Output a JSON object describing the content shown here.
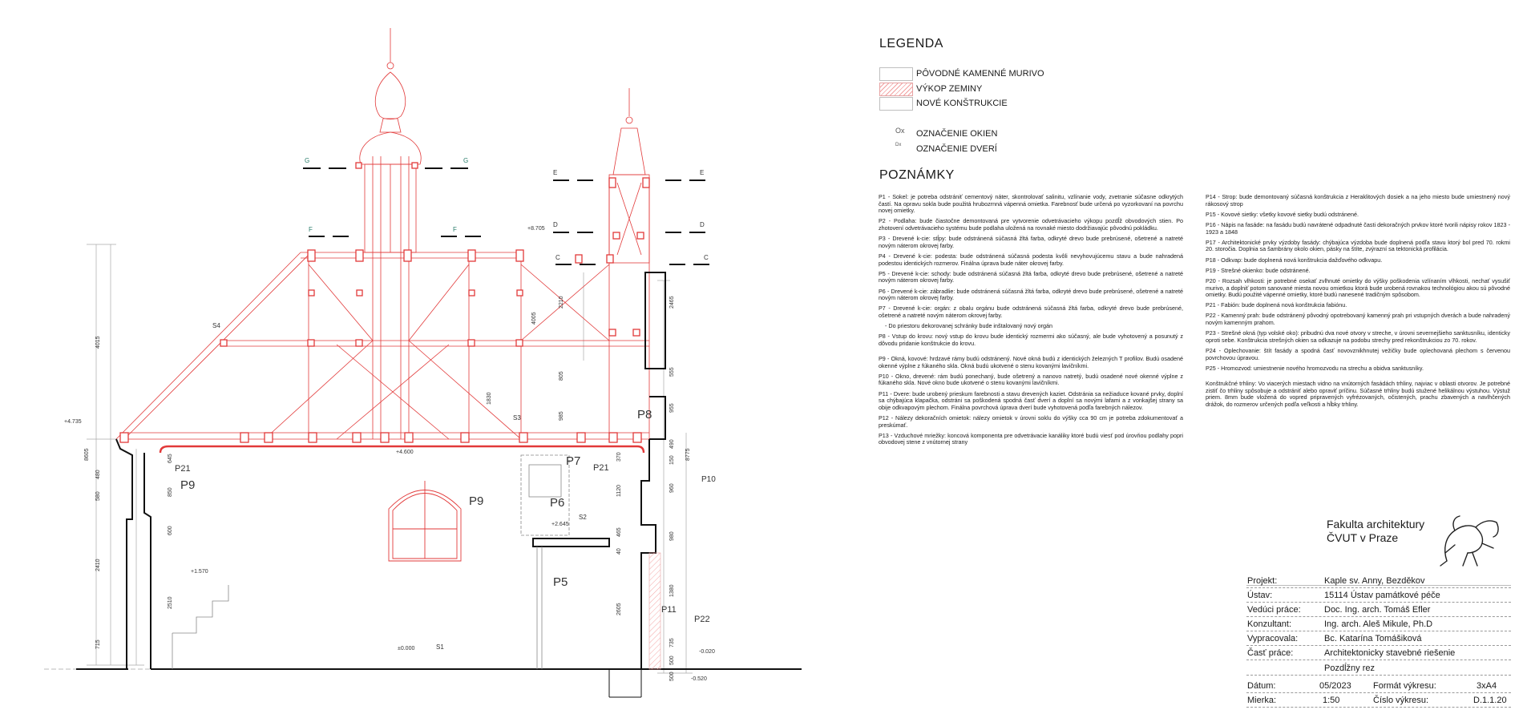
{
  "legend": {
    "title": "LEGENDA",
    "items": [
      {
        "label": "PÔVODNÉ KAMENNÉ MURIVO",
        "style": "plain"
      },
      {
        "label": "VÝKOP ZEMINY",
        "style": "hatch"
      },
      {
        "label": "NOVÉ KONŠTRUKCIE",
        "style": "plain"
      }
    ],
    "window_symbol": "Ox",
    "window_label": "OZNAČENIE OKIEN",
    "door_symbol": "Dx",
    "door_label": "OZNAČENIE DVERÍ"
  },
  "notes": {
    "title": "POZNÁMKY",
    "left": [
      "P1 - Sokel: je potreba odstrániť cementový náter, skontrolovať salinitu, vzlínanie vody, zvetranie súčasne odkrytých častí. Na opravu sokla bude použitá hrubozrnná vápenná omietka. Farebnosť bude určená po vyzorkovaní na povrchu novej omietky.",
      "P2 - Podlaha: bude čiastočne demontovaná pre vytvorenie odvetrávacieho výkopu pozdĺž obvodových stien. Po zhotovení odvetrávacieho systému bude podlaha uložená na rovnaké miesto dodržiavajúc pôvodnú pokládku.",
      "P3 - Drevené k-cie: stĺpy: bude odstránená súčasná žltá farba, odkryté drevo bude prebrúsené, ošetrené a natreté novým náterom okrovej farby.",
      "P4 - Drevené k-cie: podesta: bude odstránená súčasná podesta kvôli nevyhovujúcemu stavu a bude nahradená podestou identických rozmerov. Finálna úprava bude náter okrovej farby.",
      "P5 - Drevené k-cie: schody: bude odstránená súčasná žltá farba, odkryté drevo bude prebrúsené, ošetrené a natreté novým náterom okrovej farby.",
      "P6 - Drevené k-cie: zábradlie: bude odstránená súčasná žltá farba, odkryté drevo bude prebrúsené, ošetrené a natreté novým náterom okrovej farby.",
      "P7 - Drevené k-cie: orgán: z obalu orgánu bude odstránená súčasná žltá farba, odkryté drevo bude prebrúsené, ošetrené a natreté novým náterom okrovej farby.",
      "- Do priestoru dekorovanej schránky bude inštalovaný nový orgán",
      "P8 - Vstup do krovu: nový vstup do krovu bude identický rozmermi ako súčasný, ale bude vyhotovený a posunutý z dôvodu pridanie konštrukcie do krovu.",
      "",
      "P9 - Okná, kovové: hrdzavé rámy budú odstránený. Nové okná budú z identických železných T profilov. Budú osadené okenné výplne z fúkaného skla. Okná budú ukotvené o stenu kovanými lavičníkmi.",
      "P10 - Okno, drevené: rám budú ponechaný, bude ošetrený a nanovo natretý, budú osadené nové okenné výplne z fúkaného skla. Nové okno bude ukotvené o stenu kovanými lavičníkmi.",
      "P11 - Dvere: bude urobený prieskum farebnosti a stavu drevených kaziet. Odstránia sa nežiaduce kované prvky, doplní sa chýbajúca klapačka, odstráni sa poškodená spodná časť dverí a doplní sa novými lafami a z vonkajšej strany sa obije odkvapovým plechom. Finálna povrchová úprava dverí bude vyhotovená podľa farebných nálezov.",
      "P12 - Nálezy dekoračních omietok: nálezy omietok v úrovni soklu do výšky cca 90 cm je potreba zdokumentovať a preskúmať.",
      "P13 - Vzduchové mriežky: koncová komponenta pre odvetrávacie kanáliky ktoré budú viesť pod úrovňou podlahy popri obvodovej stene z vnútornej strany"
    ],
    "right": [
      "P14 - Strop: bude demontovaný súčasná konštrukcia z Heraklitových dosiek a na jeho miesto bude umiestnený nový rákosový strop",
      "P15 - Kovové sietky: všetky kovové sietky budú odstránené.",
      "P16 - Nápis na fasáde: na fasádu budú navrátené odpadnuté časti dekoračných prvkov ktoré tvorili nápisy rokov 1823 - 1923 a 1848",
      "P17 - Architektonické prvky výzdoby fasády: chýbajúca výzdoba bude doplnená podľa stavu ktorý bol pred 70. rokmi 20. storočia. Doplnia sa šambrány okolo okien, pásky na štíte, zvýrazní sa tektonická profilácia.",
      "P18 - Odkvap: bude doplnená nová konštrukcia dažďového odkvapu.",
      "P19 - Strešné okienko: bude odstránené.",
      "P20 - Rozsah vlhkosti: je potrebné osekať zvlhnuté omietky do výšky poškodenia vzlínaním vlhkosti, nechať vysušiť murivo, a doplniť potom sanované miesta novou omietkou ktorá bude urobená rovnakou technológiou akou sú pôvodné omietky. Budú použité vápenné omietky, ktoré budú nanesené tradičným spôsobom.",
      "P21 - Fabión: bude doplnená nová konštrukcia fabiónu.",
      "P22 - Kamenný prah: bude odstránený pôvodný opotrebovaný kamenný prah pri vstupných dverách a bude nahradený novým kamenným prahom.",
      "P23 - Strešné okná (typ volské oko): pribudnú dva nové otvory v streche, v úrovni severnejšieho sanktusníku, identicky oproti sebe. Konštrukcia strešných okien sa odkazuje na podobu strechy pred rekonštrukciou zo 70. rokov.",
      "P24 - Oplechovanie: štít fasády a spodná časť novovznikhnutej vežičky bude oplechovaná plechom s červenou povrchovou úpravou.",
      "P25 - Hromozvod: umiestnenie nového hromozvodu na strechu a obidva sanktusníky.",
      "",
      "Konštrukčné trhliny: Vo viacerých miestach vidno na vnútorných fasádách trhliny, najviac v oblasti otvorov. Je potrebné zistiť čo trhliny spôsobuje a odstrániť alebo opraviť príčinu. Súčasné trhliny budú stužené helikálnou výstuhou. Výstuž priem. 8mm bude vložená do vopred pripravených vyfrézovaných, očistených, prachu zbavených a navlhčených drážok, do rozmerov určených podľa veľkosti a hĺbky trhliny."
    ]
  },
  "title_block": {
    "school_line1": "Fakulta architektury",
    "school_line2": "ČVUT v Praze",
    "rows": [
      {
        "label": "Projekt:",
        "value": "Kaple sv. Anny, Bezděkov"
      },
      {
        "label": "Ústav:",
        "value": "15114 Ústav památkové péče"
      },
      {
        "label": "Vedúci práce:",
        "value": "Doc. Ing. arch. Tomáš Efler"
      },
      {
        "label": "Konzultant:",
        "value": "Ing. arch. Aleš Mikule, Ph.D"
      },
      {
        "label": "Vypracovala:",
        "value": "Bc. Katarína Tomášiková"
      },
      {
        "label": "Časť práce:",
        "value": "Architektonicky stavebné riešenie"
      },
      {
        "label": "",
        "value": "Pozdĺžny rez"
      }
    ],
    "date_label": "Dátum:",
    "date_value": "05/2023",
    "format_label": "Formát výkresu:",
    "format_value": "3xA4",
    "scale_label": "Mierka:",
    "scale_value": "1:50",
    "sheet_label": "Číslo výkresu:",
    "sheet_value": "D.1.1.20"
  },
  "drawing": {
    "cut_labels": [
      "G",
      "G",
      "F",
      "F",
      "E",
      "E",
      "D",
      "D",
      "C",
      "C"
    ],
    "levels": [
      "+8.705",
      "+4.735",
      "+4.600",
      "+2.645",
      "+1.570",
      "±0.000",
      "-0.020",
      "-0.520"
    ],
    "room_tags": [
      "P9",
      "P9",
      "P21",
      "P21",
      "P7",
      "P6",
      "P5",
      "P8",
      "P10",
      "P11",
      "P22"
    ],
    "section_tags": [
      "S1",
      "S2",
      "S3",
      "S4"
    ],
    "left_dims": [
      "4015",
      "8605",
      "645",
      "480",
      "580",
      "600",
      "2410",
      "2510",
      "715",
      "850"
    ],
    "right_dims": [
      "2465",
      "555",
      "955",
      "490",
      "8775",
      "150",
      "960",
      "980",
      "1380",
      "735",
      "500",
      "500"
    ],
    "inner_dims": [
      "2210",
      "4005",
      "805",
      "985",
      "1830",
      "370",
      "1120",
      "465",
      "40",
      "2605"
    ]
  }
}
